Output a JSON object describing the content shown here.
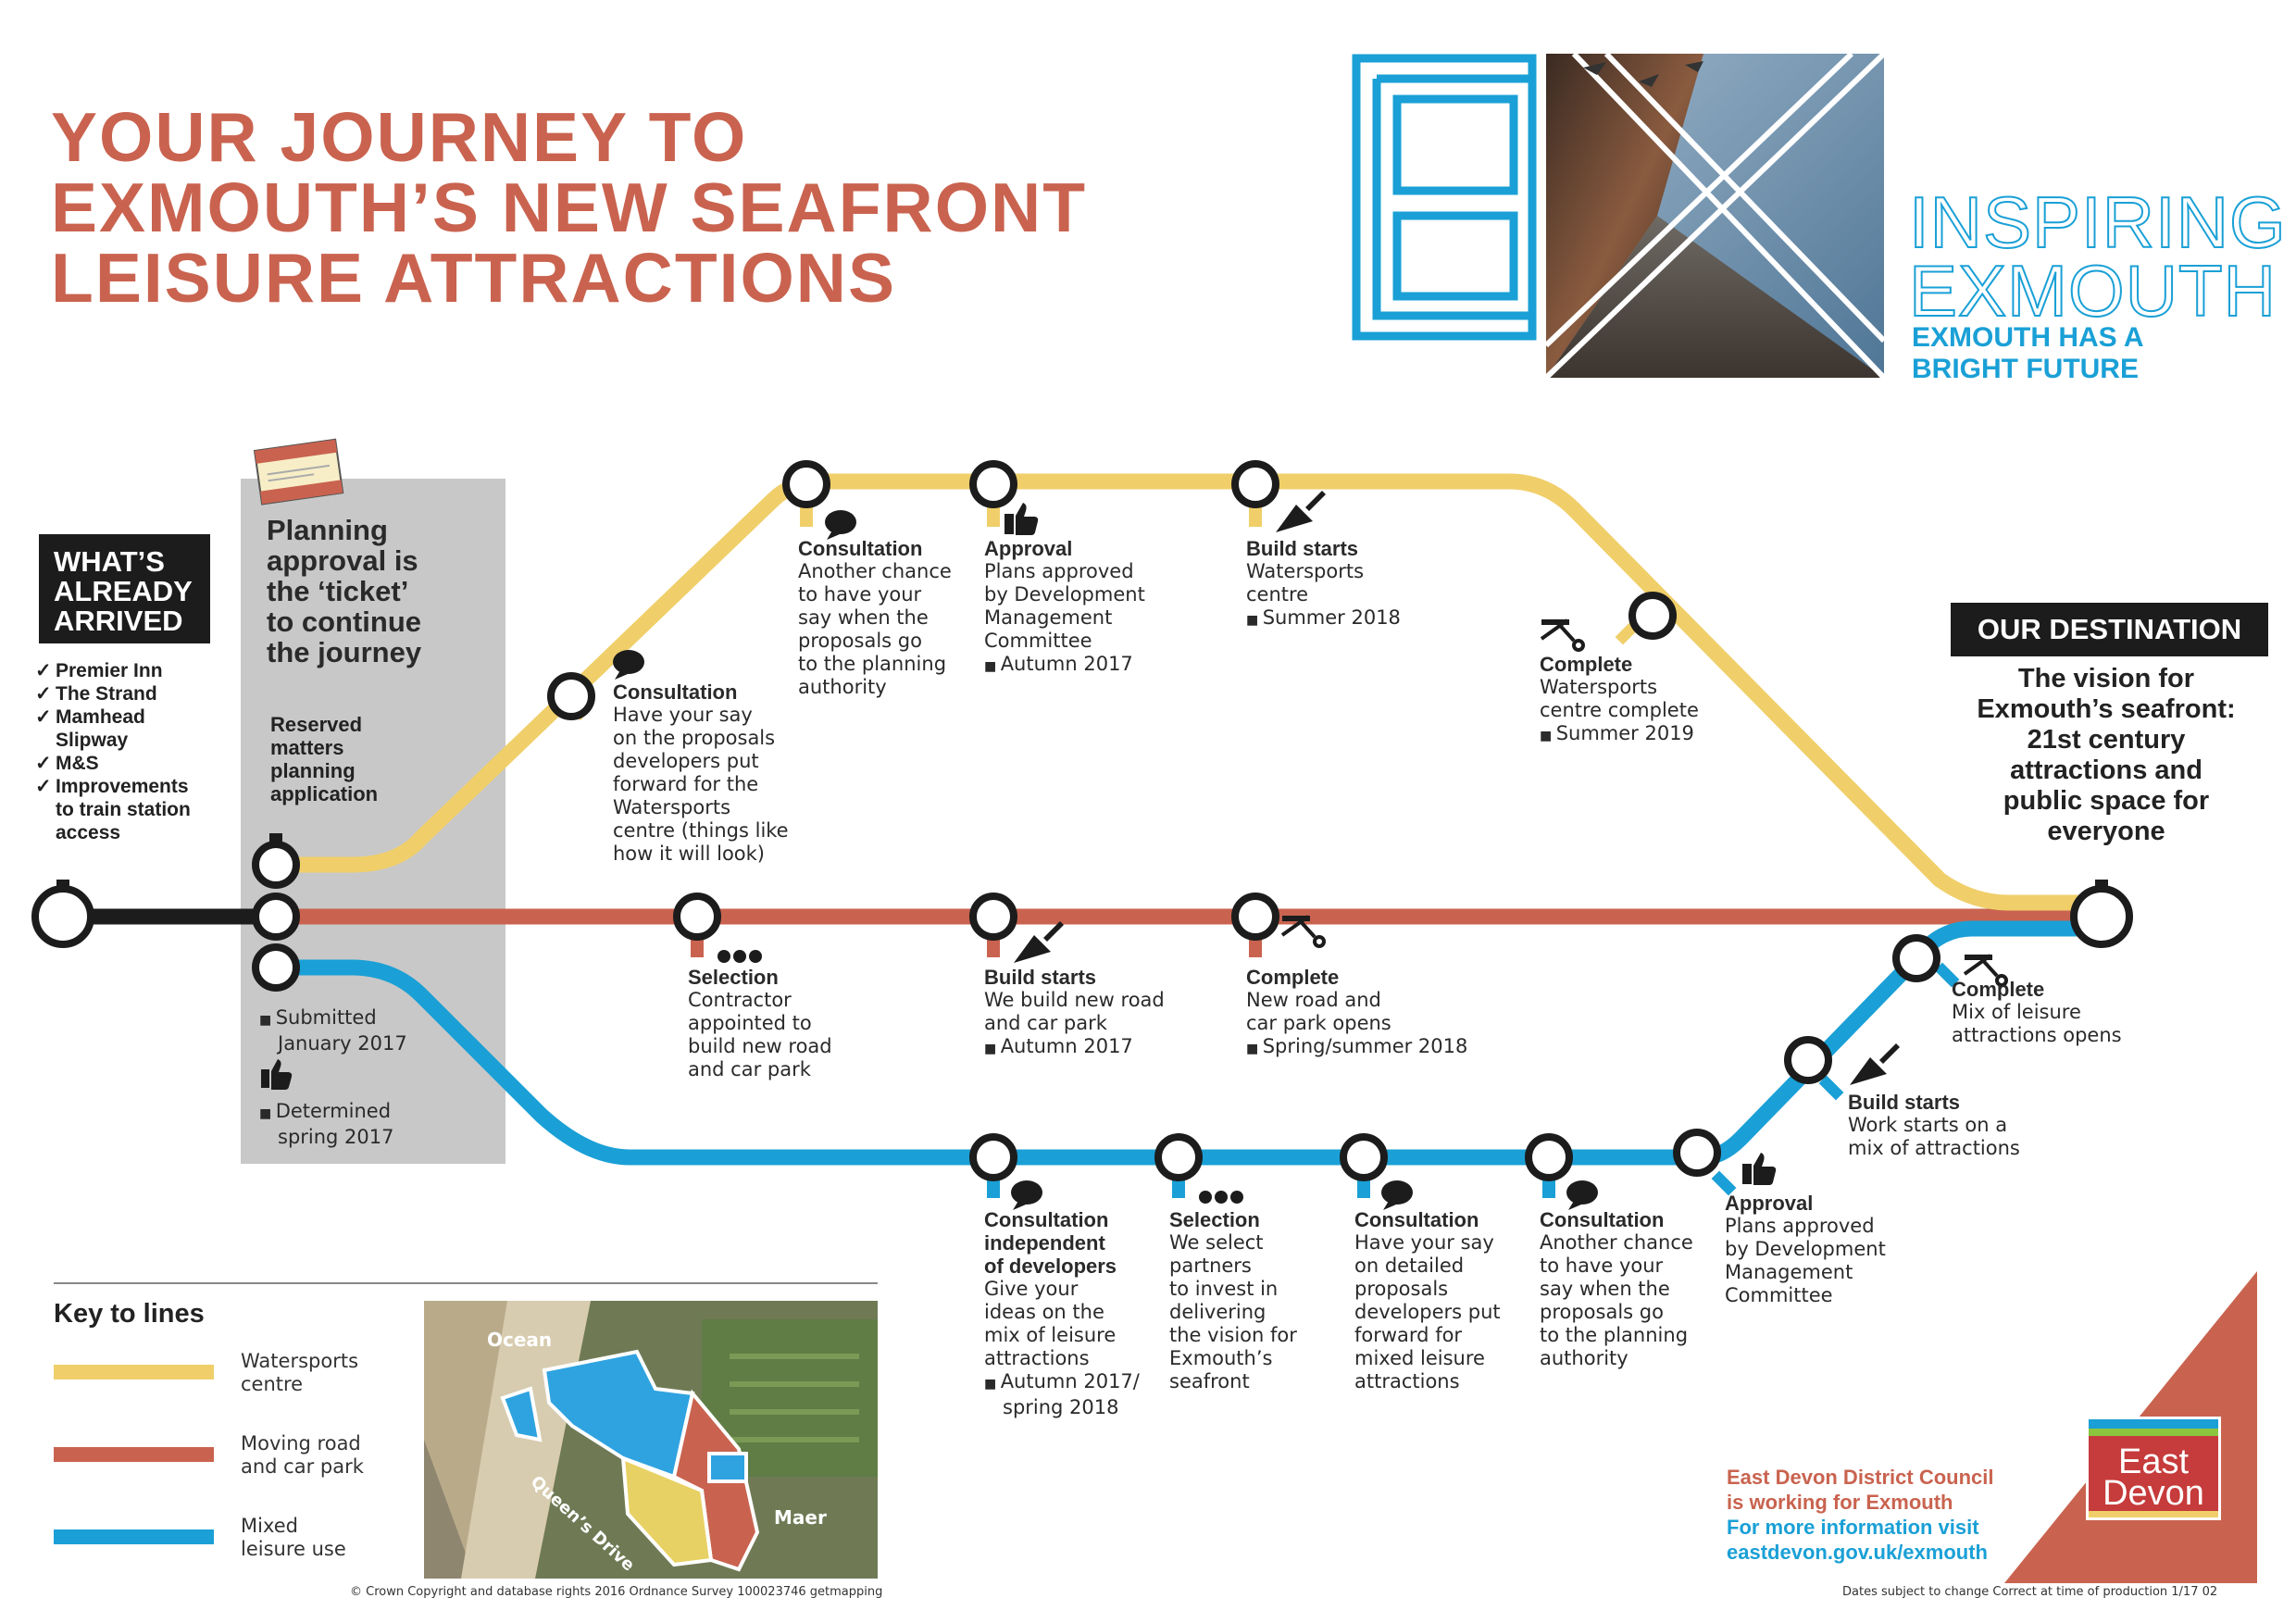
{
  "title": {
    "line1": "YOUR JOURNEY TO",
    "line2": "EXMOUTH’S NEW SEAFRONT",
    "line3": "LEISURE ATTRACTIONS"
  },
  "brand": {
    "inspiring_line1": "INSPIRING",
    "inspiring_line2": "EXMOUTH",
    "tagline_line1": "EXMOUTH HAS A",
    "tagline_line2": "BRIGHT FUTURE"
  },
  "arrived": {
    "line1": "WHAT’S",
    "line2": "ALREADY",
    "line3": "ARRIVED",
    "items": [
      "Premier Inn",
      "The Strand",
      "Mamhead",
      "Slipway",
      "M&S",
      "Improvements",
      "to train station",
      "access"
    ]
  },
  "ticket": {
    "line1": "Planning",
    "line2": "approval is",
    "line3": "the ‘ticket’",
    "line4": "to continue",
    "line5": "the journey",
    "reserved1": "Reserved",
    "reserved2": "matters",
    "reserved3": "planning",
    "reserved4": "application",
    "submitted1": "Submitted",
    "submitted2": "January 2017",
    "determined1": "Determined",
    "determined2": "spring 2017"
  },
  "destination": {
    "label": "OUR DESTINATION",
    "line1": "The vision for",
    "line2": "Exmouth’s seafront:",
    "line3": "21st century",
    "line4": "attractions and",
    "line5": "public space for",
    "line6": "everyone"
  },
  "yellow": {
    "s1": {
      "h": "Consultation",
      "l": [
        "Have your say",
        "on the proposals",
        "developers put",
        "forward for the",
        "Watersports",
        "centre (things like",
        "how it will look)"
      ]
    },
    "s2": {
      "h": "Consultation",
      "l": [
        "Another chance",
        "to have your",
        "say when the",
        "proposals go",
        "to the planning",
        "authority"
      ]
    },
    "s3": {
      "h": "Approval",
      "l": [
        "Plans approved",
        "by Development",
        "Management",
        "Committee"
      ],
      "d": "Autumn 2017"
    },
    "s4": {
      "h": "Build starts",
      "l": [
        "Watersports",
        "centre"
      ],
      "d": "Summer 2018"
    },
    "s5": {
      "h": "Complete",
      "l": [
        "Watersports",
        "centre complete"
      ],
      "d": "Summer 2019"
    }
  },
  "red": {
    "s1": {
      "h": "Selection",
      "l": [
        "Contractor",
        "appointed to",
        "build new road",
        "and car park"
      ]
    },
    "s2": {
      "h": "Build starts",
      "l": [
        "We build new road",
        "and car park"
      ],
      "d": "Autumn 2017"
    },
    "s3": {
      "h": "Complete",
      "l": [
        "New road and",
        "car park opens"
      ],
      "d": "Spring/summer 2018"
    }
  },
  "blue": {
    "s1": {
      "h1": "Consultation",
      "h2": "independent",
      "h3": "of developers",
      "l": [
        "Give your",
        "ideas on the",
        "mix of leisure",
        "attractions"
      ],
      "d1": "Autumn 2017/",
      "d2": "spring 2018"
    },
    "s2": {
      "h": "Selection",
      "l": [
        "We select",
        "partners",
        "to invest in",
        "delivering",
        "the vision for",
        "Exmouth’s",
        "seafront"
      ]
    },
    "s3": {
      "h": "Consultation",
      "l": [
        "Have your say",
        "on detailed",
        "proposals",
        "developers put",
        "forward for",
        "mixed leisure",
        "attractions"
      ]
    },
    "s4": {
      "h": "Consultation",
      "l": [
        "Another chance",
        "to have your",
        "say when the",
        "proposals go",
        "to the planning",
        "authority"
      ]
    },
    "s5": {
      "h": "Approval",
      "l": [
        "Plans approved",
        "by Development",
        "Management",
        "Committee"
      ]
    },
    "s6": {
      "h": "Build starts",
      "l": [
        "Work starts on a",
        "mix of attractions"
      ]
    },
    "s7": {
      "h": "Complete",
      "l": [
        "Mix of leisure",
        "attractions opens"
      ]
    }
  },
  "key": {
    "title": "Key to lines",
    "yellow1": "Watersports",
    "yellow2": "centre",
    "red1": "Moving road",
    "red2": "and car park",
    "blue1": "Mixed",
    "blue2": "leisure use"
  },
  "map": {
    "ocean": "Ocean",
    "queens": "Queen’s Drive",
    "maer": "Maer"
  },
  "council": {
    "line1": "East Devon District Council",
    "line2": "is working for Exmouth",
    "line3": "For more information visit",
    "line4": "eastdevon.gov.uk/exmouth",
    "logo1": "East",
    "logo2": "Devon"
  },
  "copyright": "© Crown Copyright and database rights 2016 Ordnance Survey 100023746 getmapping",
  "footer": "Dates subject to change    Correct at time of production    1/17    02",
  "colors": {
    "yellow": "#f0cf6a",
    "red": "#c9634f",
    "blue": "#1aa0d6",
    "black": "#1c1c1c"
  }
}
